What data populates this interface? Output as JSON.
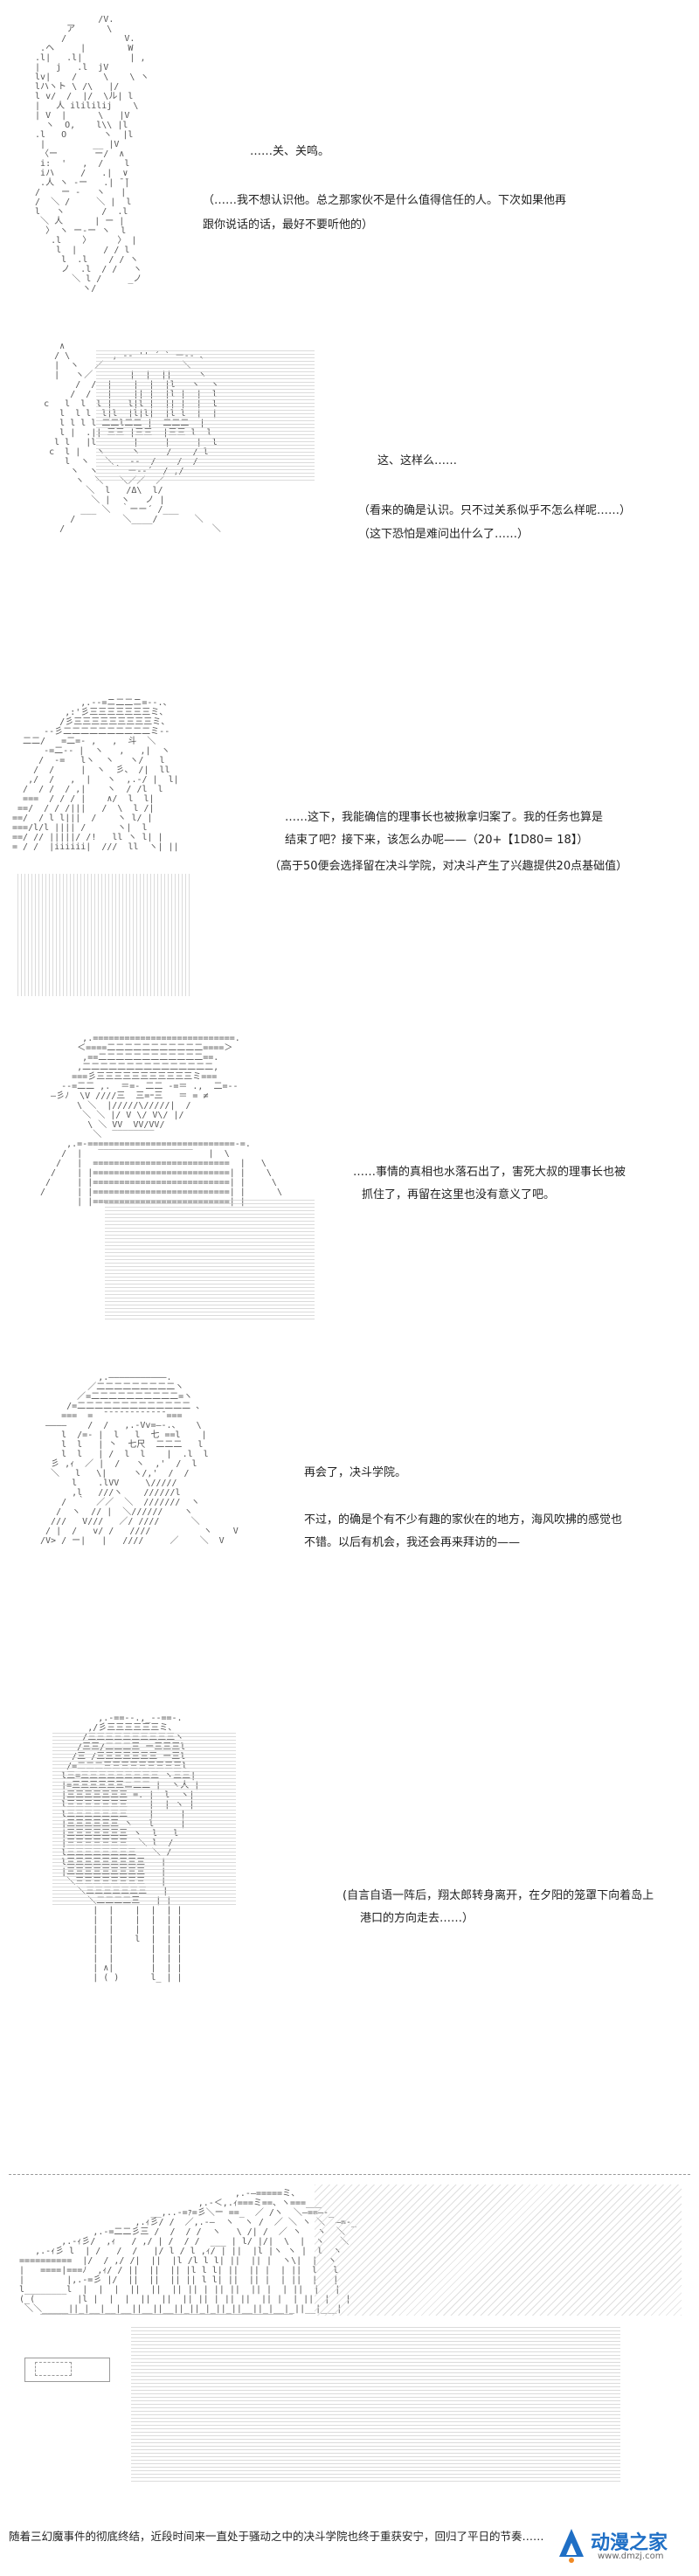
{
  "panels": [
    {
      "name": "panel-1",
      "lines": [
        "……关、关鸣。",
        "（……我不想认识他。总之那家伙不是什么值得信任的人。下次如果他再",
        "跟你说话的话，最好不要听他的）"
      ]
    },
    {
      "name": "panel-2",
      "lines": [
        "这、这样么……",
        "（看来的确是认识。只不过关系似乎不怎么样呢……）",
        "（这下恐怕是难问出什么了……）"
      ]
    },
    {
      "name": "panel-3",
      "lines": [
        "……这下，我能确信的理事长也被揪拿归案了。我的任务也算是",
        "结束了吧？接下来，该怎么办呢——（20+【1D80= 18】）",
        "（高于50便会选择留在决斗学院，对决斗产生了兴趣提供20点基础值）"
      ]
    },
    {
      "name": "panel-4",
      "lines": [
        "……事情的真相也水落石出了，害死大叔的理事长也被",
        "抓住了，再留在这里也没有意义了吧。"
      ]
    },
    {
      "name": "panel-5",
      "lines": [
        "再会了，决斗学院。",
        "不过，的确是个有不少有趣的家伙在的地方，海风吹拂的感觉也",
        "不错。以后有机会，我还会再来拜访的——"
      ]
    },
    {
      "name": "panel-6",
      "lines": [
        "(自言自语一阵后，翔太郎转身离开，在夕阳的笼罩下向着岛上",
        "港口的方向走去……）"
      ]
    },
    {
      "name": "panel-7",
      "lines": [
        "随着三幻魔事件的彻底终结，近段时间来一直处于骚动之中的决斗学院也终于重获安宁，回归了平日的节奏……"
      ]
    }
  ],
  "watermark": {
    "title": "动漫之家",
    "url": "www.dmzj.com"
  }
}
